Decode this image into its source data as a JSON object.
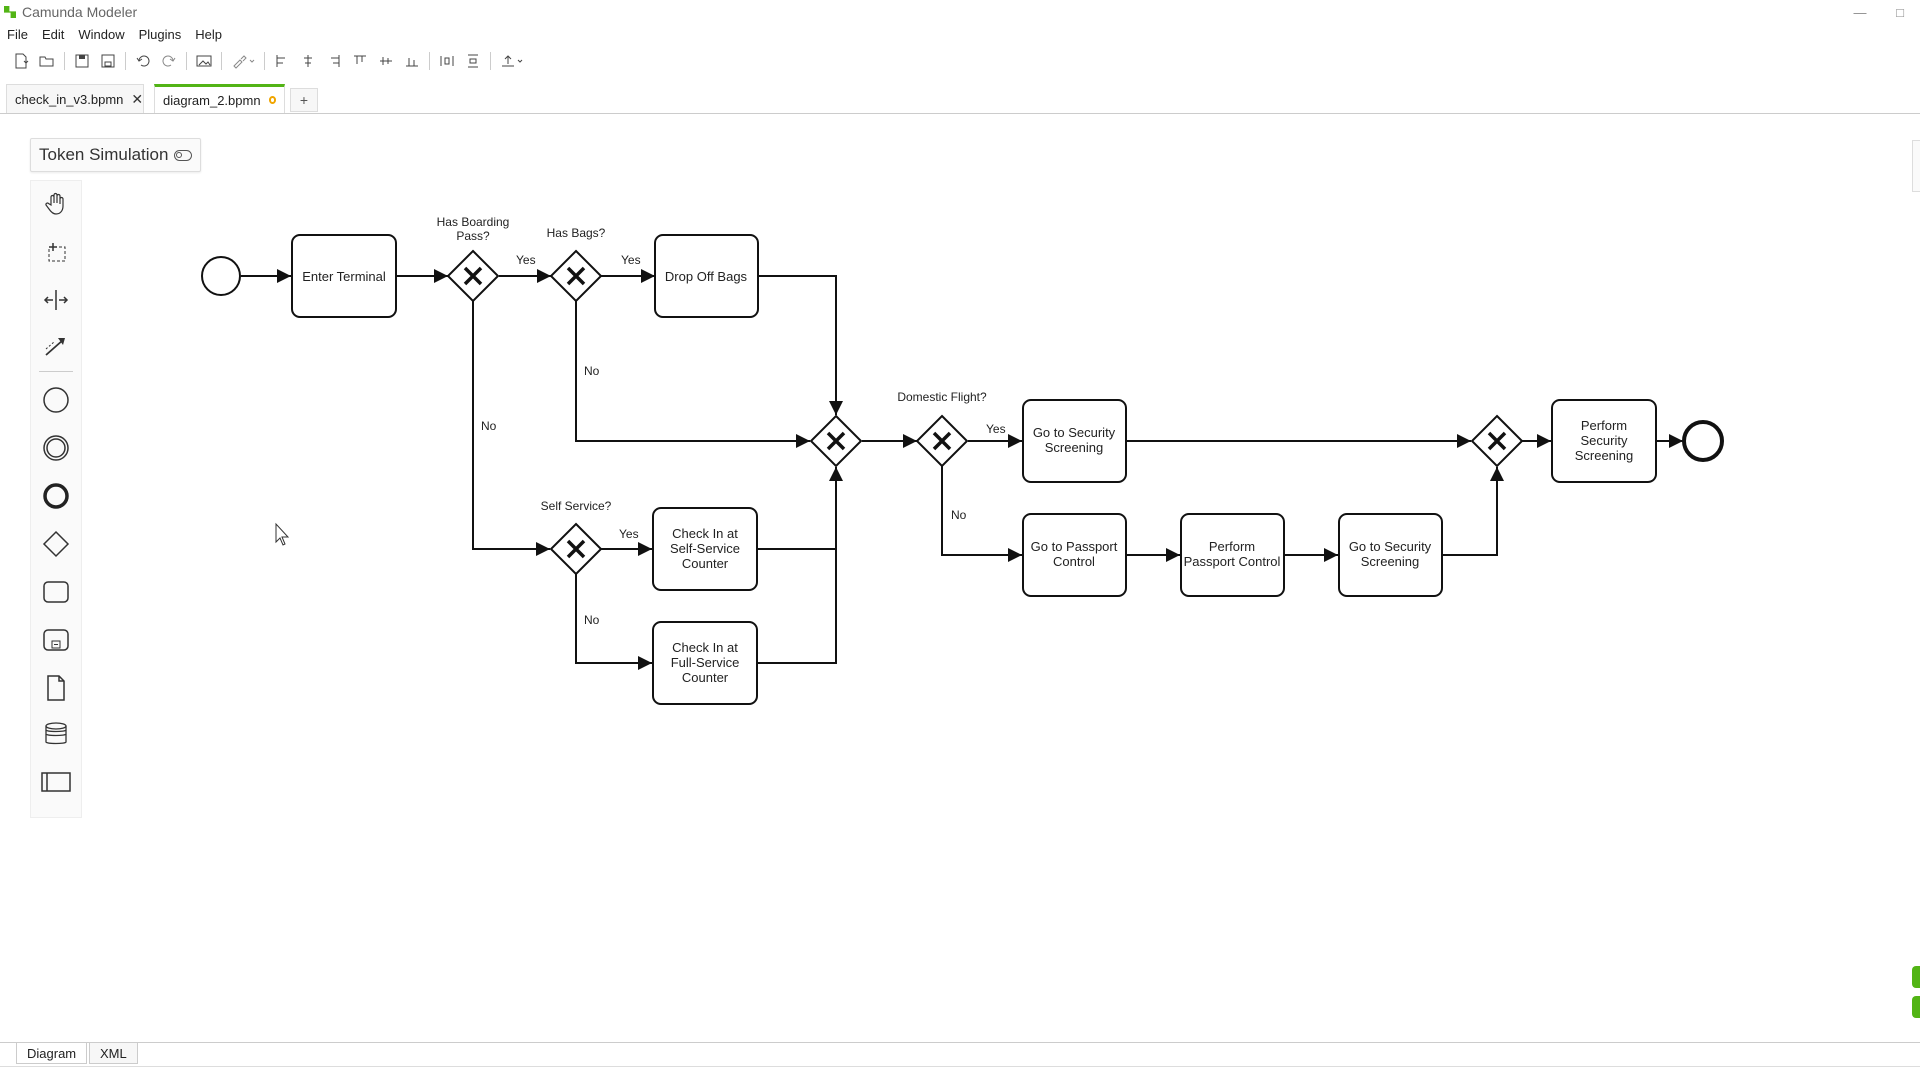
{
  "window": {
    "title": "Camunda Modeler"
  },
  "menu": [
    "File",
    "Edit",
    "Window",
    "Plugins",
    "Help"
  ],
  "tabs": [
    {
      "label": "check_in_v3.bpmn",
      "active": false
    },
    {
      "label": "diagram_2.bpmn",
      "active": true
    }
  ],
  "token_simulation": {
    "label": "Token Simulation"
  },
  "diagram": {
    "tasks": {
      "enter_terminal": [
        "Enter Terminal"
      ],
      "drop_off_bags": [
        "Drop Off Bags"
      ],
      "self_service": [
        "Check In at",
        "Self-Service",
        "Counter"
      ],
      "full_service": [
        "Check In at",
        "Full-Service",
        "Counter"
      ],
      "security1": [
        "Go to Security",
        "Screening"
      ],
      "passport1": [
        "Go to Passport",
        "Control"
      ],
      "passport2": [
        "Perform",
        "Passport Control"
      ],
      "security2": [
        "Go to Security",
        "Screening"
      ],
      "perform_security": [
        "Perform",
        "Security",
        "Screening"
      ]
    },
    "gateway_labels": {
      "boarding_pass": [
        "Has Boarding",
        "Pass?"
      ],
      "has_bags": [
        "Has Bags?"
      ],
      "self_service": [
        "Self Service?"
      ],
      "domestic": [
        "Domestic Flight?"
      ]
    },
    "flow_labels": {
      "bp_yes": "Yes",
      "bags_yes": "Yes",
      "bags_no": "No",
      "bp_no": "No",
      "ss_yes": "Yes",
      "ss_no": "No",
      "dom_yes": "Yes",
      "dom_no": "No"
    }
  },
  "bottom_tabs": [
    "Diagram",
    "XML"
  ],
  "colors": {
    "accent": "#52b415",
    "dirty": "#f0a500"
  }
}
